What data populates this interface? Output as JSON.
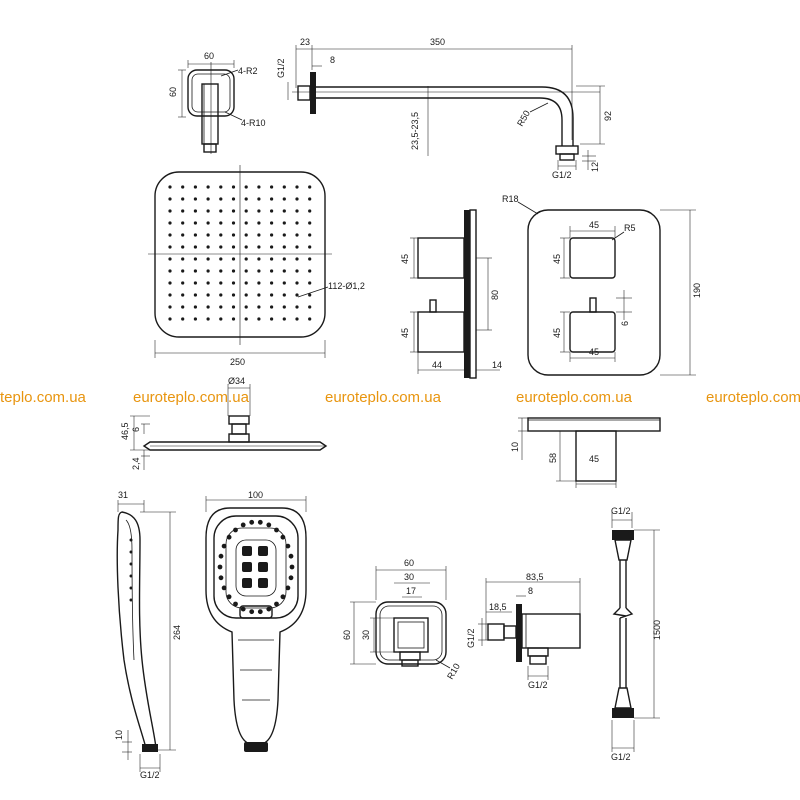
{
  "watermark": {
    "texts": [
      "teplo.com.ua",
      "euroteplo.com.ua",
      "euroteplo.com.ua",
      "euroteplo.com.ua",
      "euroteplo.com.u"
    ],
    "color": "#e8950f"
  },
  "wall_flange": {
    "w": "60",
    "h": "60",
    "r_corner": "4-R2",
    "r_outer": "4-R10"
  },
  "shower_arm": {
    "d23": "23",
    "d8": "8",
    "len": "350",
    "thread_top": "G1/2",
    "range": "23,5-23,5",
    "radius": "R50",
    "drop": "92",
    "d12": "12",
    "thread_bottom": "G1/2"
  },
  "head_top": {
    "holes": "112-Ø1,2",
    "size": "250"
  },
  "head_side": {
    "dia": "Ø34",
    "h1": "46,5",
    "h2": "6",
    "h3": "2,4"
  },
  "mixer_side": {
    "a": "45",
    "b": "45",
    "c": "80",
    "d": "44",
    "e": "14"
  },
  "mixer_front": {
    "r18": "R18",
    "w45": "45",
    "r5": "R5",
    "h45a": "45",
    "h190": "190",
    "h6": "6",
    "h45b": "45",
    "w45b": "45"
  },
  "mixer_bottom": {
    "d10": "10",
    "d58": "58",
    "d45": "45"
  },
  "hand_side": {
    "w": "31",
    "len": "264",
    "d10": "10",
    "thread": "G1/2"
  },
  "hand_front": {
    "w": "100"
  },
  "outlet_front": {
    "w60": "60",
    "w30": "30",
    "w17": "17",
    "h60": "60",
    "h30": "30",
    "r10": "R10"
  },
  "outlet_side": {
    "l": "83,5",
    "d8": "8",
    "d18": "18,5",
    "thread_left": "G1/2",
    "thread_bottom": "G1/2"
  },
  "hose": {
    "thread_top": "G1/2",
    "len": "1500",
    "thread_bottom": "G1/2"
  }
}
